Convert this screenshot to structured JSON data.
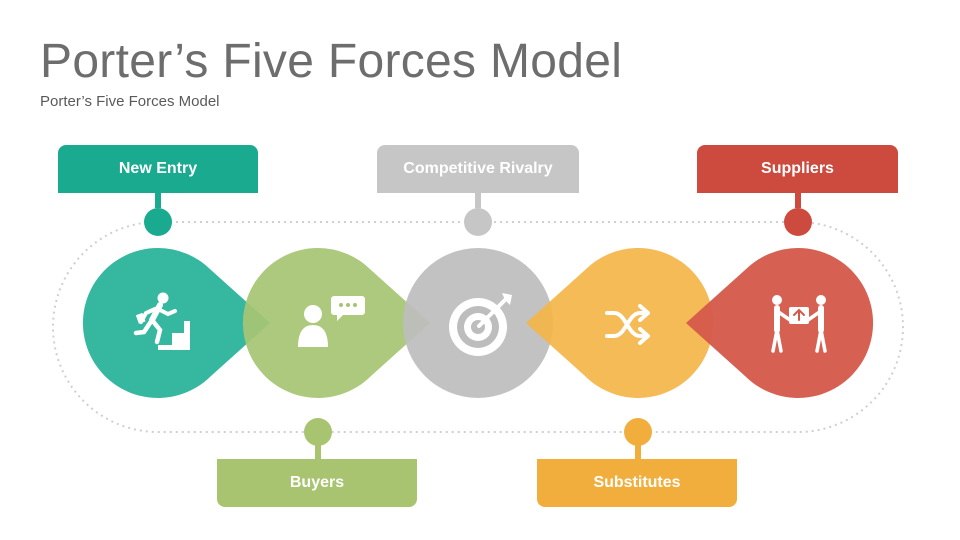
{
  "title": "Porter’s Five Forces Model",
  "subtitle": "Porter’s Five Forces Model",
  "forces": [
    {
      "label": "New Entry",
      "color": "#2bb39b",
      "tag_color": "#1aaa8f",
      "icon": "running-stairs-icon",
      "position": "top"
    },
    {
      "label": "Buyers",
      "color": "#a6c473",
      "tag_color": "#a8c470",
      "icon": "customer-feedback-icon",
      "position": "bottom"
    },
    {
      "label": "Competitive Rivalry",
      "color": "#bdbdbd",
      "tag_color": "#c6c6c6",
      "icon": "target-arrow-icon",
      "position": "top"
    },
    {
      "label": "Substitutes",
      "color": "#f3b549",
      "tag_color": "#f2ae3c",
      "icon": "shuffle-icon",
      "position": "bottom"
    },
    {
      "label": "Suppliers",
      "color": "#d4584a",
      "tag_color": "#cc4b3e",
      "icon": "handover-package-icon",
      "position": "top"
    }
  ]
}
